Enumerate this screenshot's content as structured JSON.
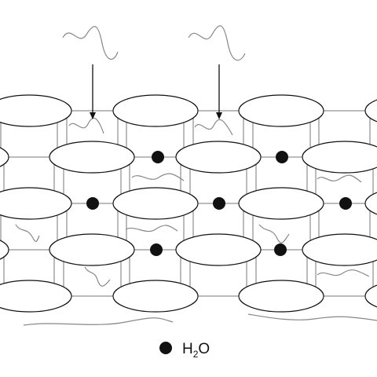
{
  "colors": {
    "line": "#111111",
    "grid": "#777777",
    "wave": "#888888",
    "background": "#ffffff"
  },
  "legend": {
    "marker": "filled-circle",
    "label_main": "H",
    "label_sub": "2",
    "label_end": "O"
  }
}
